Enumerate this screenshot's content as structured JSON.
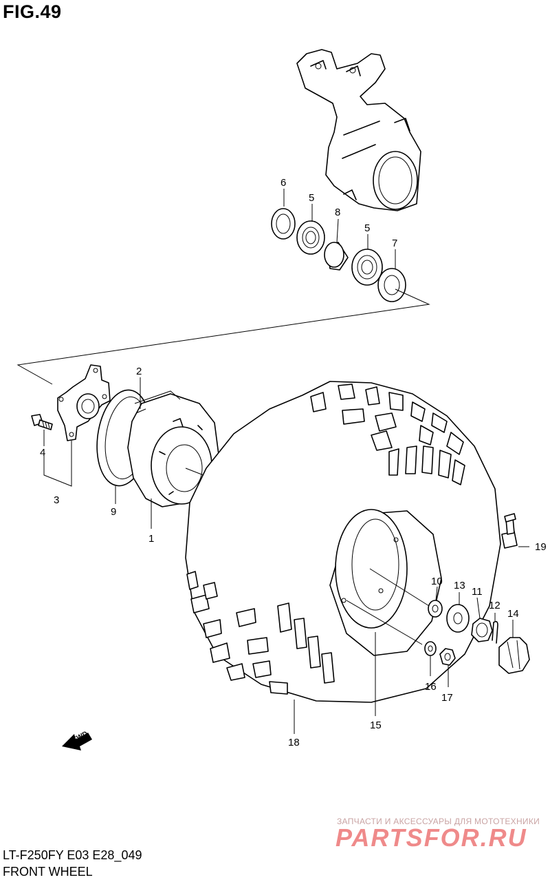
{
  "figure": {
    "title": "FIG.49",
    "code": "LT-F250FY E03 E28_049",
    "caption": "FRONT WHEEL"
  },
  "watermark": {
    "tagline": "ЗАПЧАСТИ И АКСЕССУАРЫ ДЛЯ МОТОТЕХНИКИ",
    "logo": "PARTSFOR.RU"
  },
  "direction_label": "FWD",
  "callouts": [
    {
      "id": "c1",
      "label": "1"
    },
    {
      "id": "c2",
      "label": "2"
    },
    {
      "id": "c3",
      "label": "3"
    },
    {
      "id": "c4",
      "label": "4"
    },
    {
      "id": "c5a",
      "label": "5"
    },
    {
      "id": "c5b",
      "label": "5"
    },
    {
      "id": "c6",
      "label": "6"
    },
    {
      "id": "c7",
      "label": "7"
    },
    {
      "id": "c8",
      "label": "8"
    },
    {
      "id": "c9",
      "label": "9"
    },
    {
      "id": "c10",
      "label": "10"
    },
    {
      "id": "c11",
      "label": "11"
    },
    {
      "id": "c12",
      "label": "12"
    },
    {
      "id": "c13",
      "label": "13"
    },
    {
      "id": "c14",
      "label": "14"
    },
    {
      "id": "c15",
      "label": "15"
    },
    {
      "id": "c16",
      "label": "16"
    },
    {
      "id": "c17",
      "label": "17"
    },
    {
      "id": "c18",
      "label": "18"
    },
    {
      "id": "c19",
      "label": "19"
    }
  ]
}
